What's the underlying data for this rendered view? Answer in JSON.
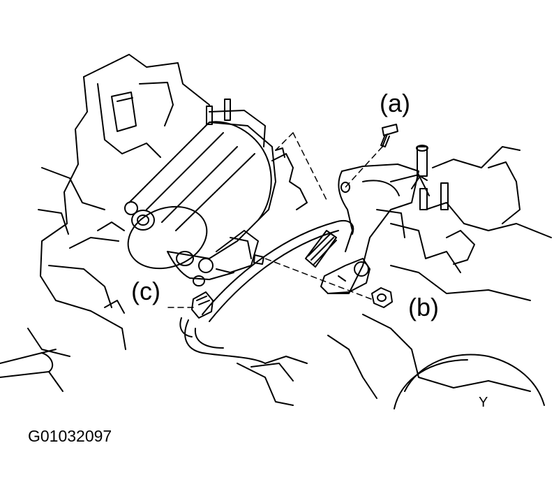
{
  "labels": {
    "a": "(a)",
    "b": "(b)",
    "c": "(c)",
    "y": "Y"
  },
  "figure_id": "G01032097",
  "colors": {
    "ink": "#000000",
    "paper": "#ffffff"
  }
}
